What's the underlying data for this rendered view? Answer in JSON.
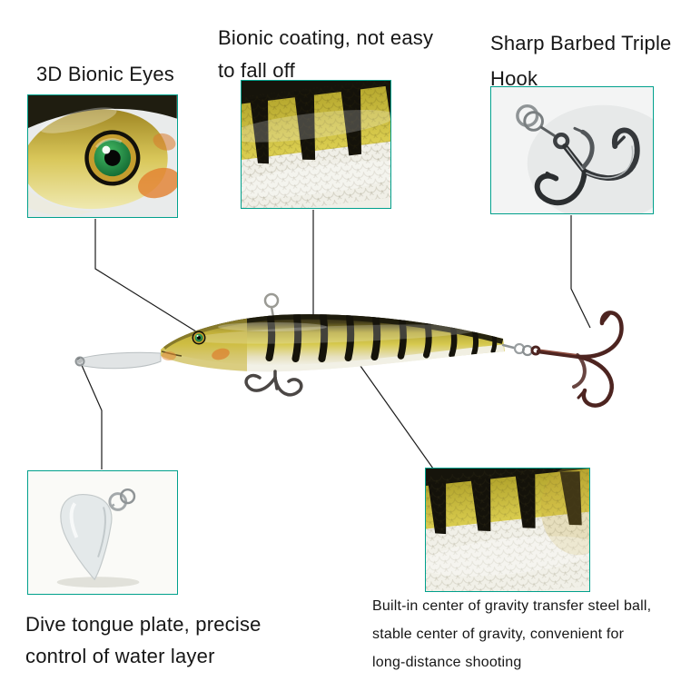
{
  "colors": {
    "box_border": "#00A08C",
    "text": "#161616",
    "connector": "#1b1b1b",
    "lure_yellow": "#d3c645",
    "background": "#ffffff"
  },
  "callouts": {
    "eyes": {
      "lines": [
        "3D Bionic Eyes"
      ]
    },
    "coating": {
      "lines": [
        "Bionic coating, not easy",
        "to fall off"
      ]
    },
    "hook": {
      "lines": [
        "Sharp Barbed Triple",
        "Hook"
      ]
    },
    "tongue": {
      "lines": [
        "Dive tongue plate, precise",
        "control of water layer"
      ]
    },
    "gravity": {
      "lines": [
        "Built-in center of gravity transfer steel ball,",
        "stable center of gravity, convenient for",
        "long-distance shooting"
      ]
    }
  },
  "insets": {
    "eye": {
      "icon": "eye-closeup-photo"
    },
    "coating": {
      "icon": "coating-closeup-photo"
    },
    "hook": {
      "icon": "treble-hook-closeup-photo"
    },
    "tongue": {
      "icon": "dive-lip-closeup-photo"
    },
    "gravity": {
      "icon": "belly-closeup-photo"
    }
  }
}
